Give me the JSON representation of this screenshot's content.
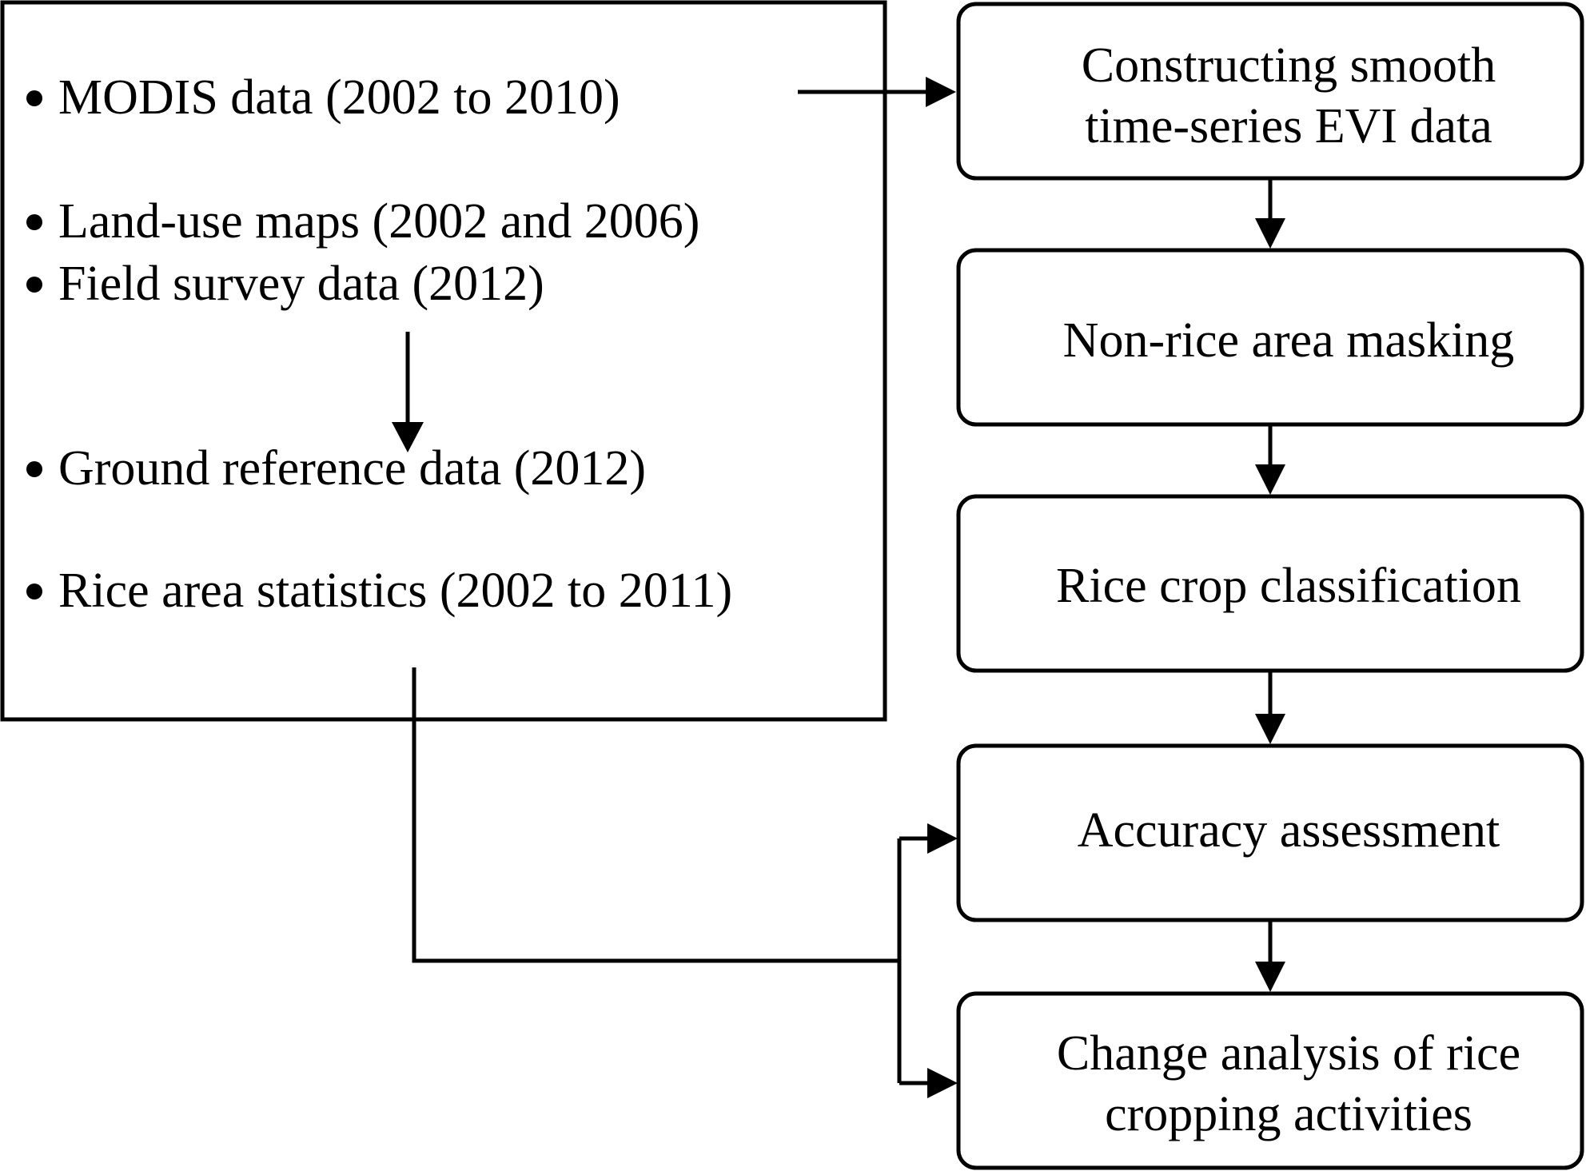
{
  "inputs": {
    "items": [
      "MODIS data (2002 to 2010)",
      "Land-use maps (2002 and 2006)",
      "Field survey data (2012)",
      "Ground reference data (2012)",
      "Rice area statistics (2002 to 2011)"
    ]
  },
  "steps": [
    {
      "lines": [
        "Constructing smooth",
        "time-series EVI data"
      ]
    },
    {
      "lines": [
        "Non-rice area masking"
      ]
    },
    {
      "lines": [
        "Rice crop classification"
      ]
    },
    {
      "lines": [
        "Accuracy assessment"
      ]
    },
    {
      "lines": [
        "Change analysis of rice",
        "cropping activities"
      ]
    }
  ]
}
